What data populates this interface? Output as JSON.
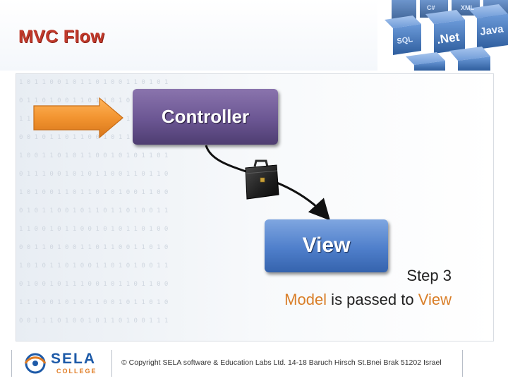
{
  "slide": {
    "title": "MVC Flow"
  },
  "header_graphic": {
    "cube_labels": [
      ".Net",
      "Java",
      "SQL",
      "XML",
      "C#"
    ],
    "cube_color": "#3d6fb6"
  },
  "diagram": {
    "controller_label": "Controller",
    "view_label": "View",
    "arrow_color": "#f29430",
    "controller_color": "#6b5693",
    "view_color": "#4f7fcb",
    "carried_item_icon": "briefcase-icon"
  },
  "caption": {
    "step": "Step 3",
    "line_model": "Model",
    "line_middle": " is passed to ",
    "line_view": "View",
    "accent_color": "#d97e28"
  },
  "footer": {
    "logo_text": "SELA",
    "logo_subtext": "COLLEGE",
    "copyright": "© Copyright SELA software & Education Labs Ltd. 14-18 Baruch Hirsch St.Bnei Brak 51202 Israel"
  }
}
